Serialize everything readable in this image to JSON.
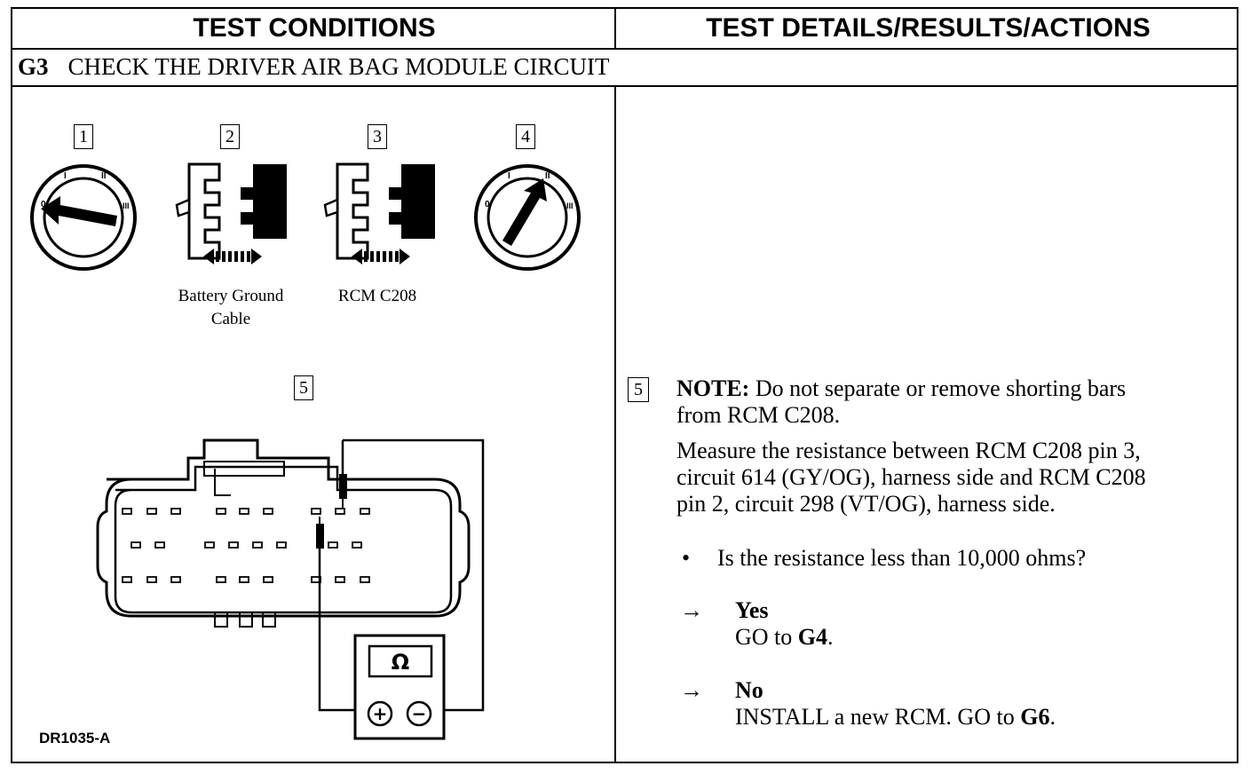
{
  "header": {
    "left": "TEST CONDITIONS",
    "right": "TEST DETAILS/RESULTS/ACTIONS"
  },
  "section": {
    "code": "G3",
    "title": "CHECK THE DRIVER AIR BAG MODULE CIRCUIT"
  },
  "steps": {
    "s1": "1",
    "s2": "2",
    "s3": "3",
    "s4": "4",
    "s5": "5"
  },
  "captions": {
    "battery_line1": "Battery Ground",
    "battery_line2": "Cable",
    "rcm": "RCM C208"
  },
  "switch_labels": {
    "off": "0",
    "one": "I",
    "two": "II",
    "three": "III"
  },
  "meter": {
    "symbol": "Ω",
    "plus": "+",
    "minus": "−"
  },
  "figure_id": "DR1035-A",
  "details": {
    "step": "5",
    "note_label": "NOTE:",
    "note_line1": "Do not separate or remove shorting bars",
    "note_line2": "from RCM C208.",
    "measure_line1": "Measure the resistance between RCM C208 pin 3,",
    "measure_line2": "circuit 614 (GY/OG), harness side and RCM C208",
    "measure_line3": "pin 2, circuit 298 (VT/OG), harness side.",
    "question": "Is the resistance less than 10,000 ohms?",
    "yes_label": "Yes",
    "yes_action_prefix": "GO to ",
    "yes_action_target": "G4",
    "yes_action_suffix": ".",
    "no_label": "No",
    "no_action_prefix": "INSTALL a new RCM. GO to ",
    "no_action_target": "G6",
    "no_action_suffix": ".",
    "arrow": "→",
    "bullet": "•"
  }
}
